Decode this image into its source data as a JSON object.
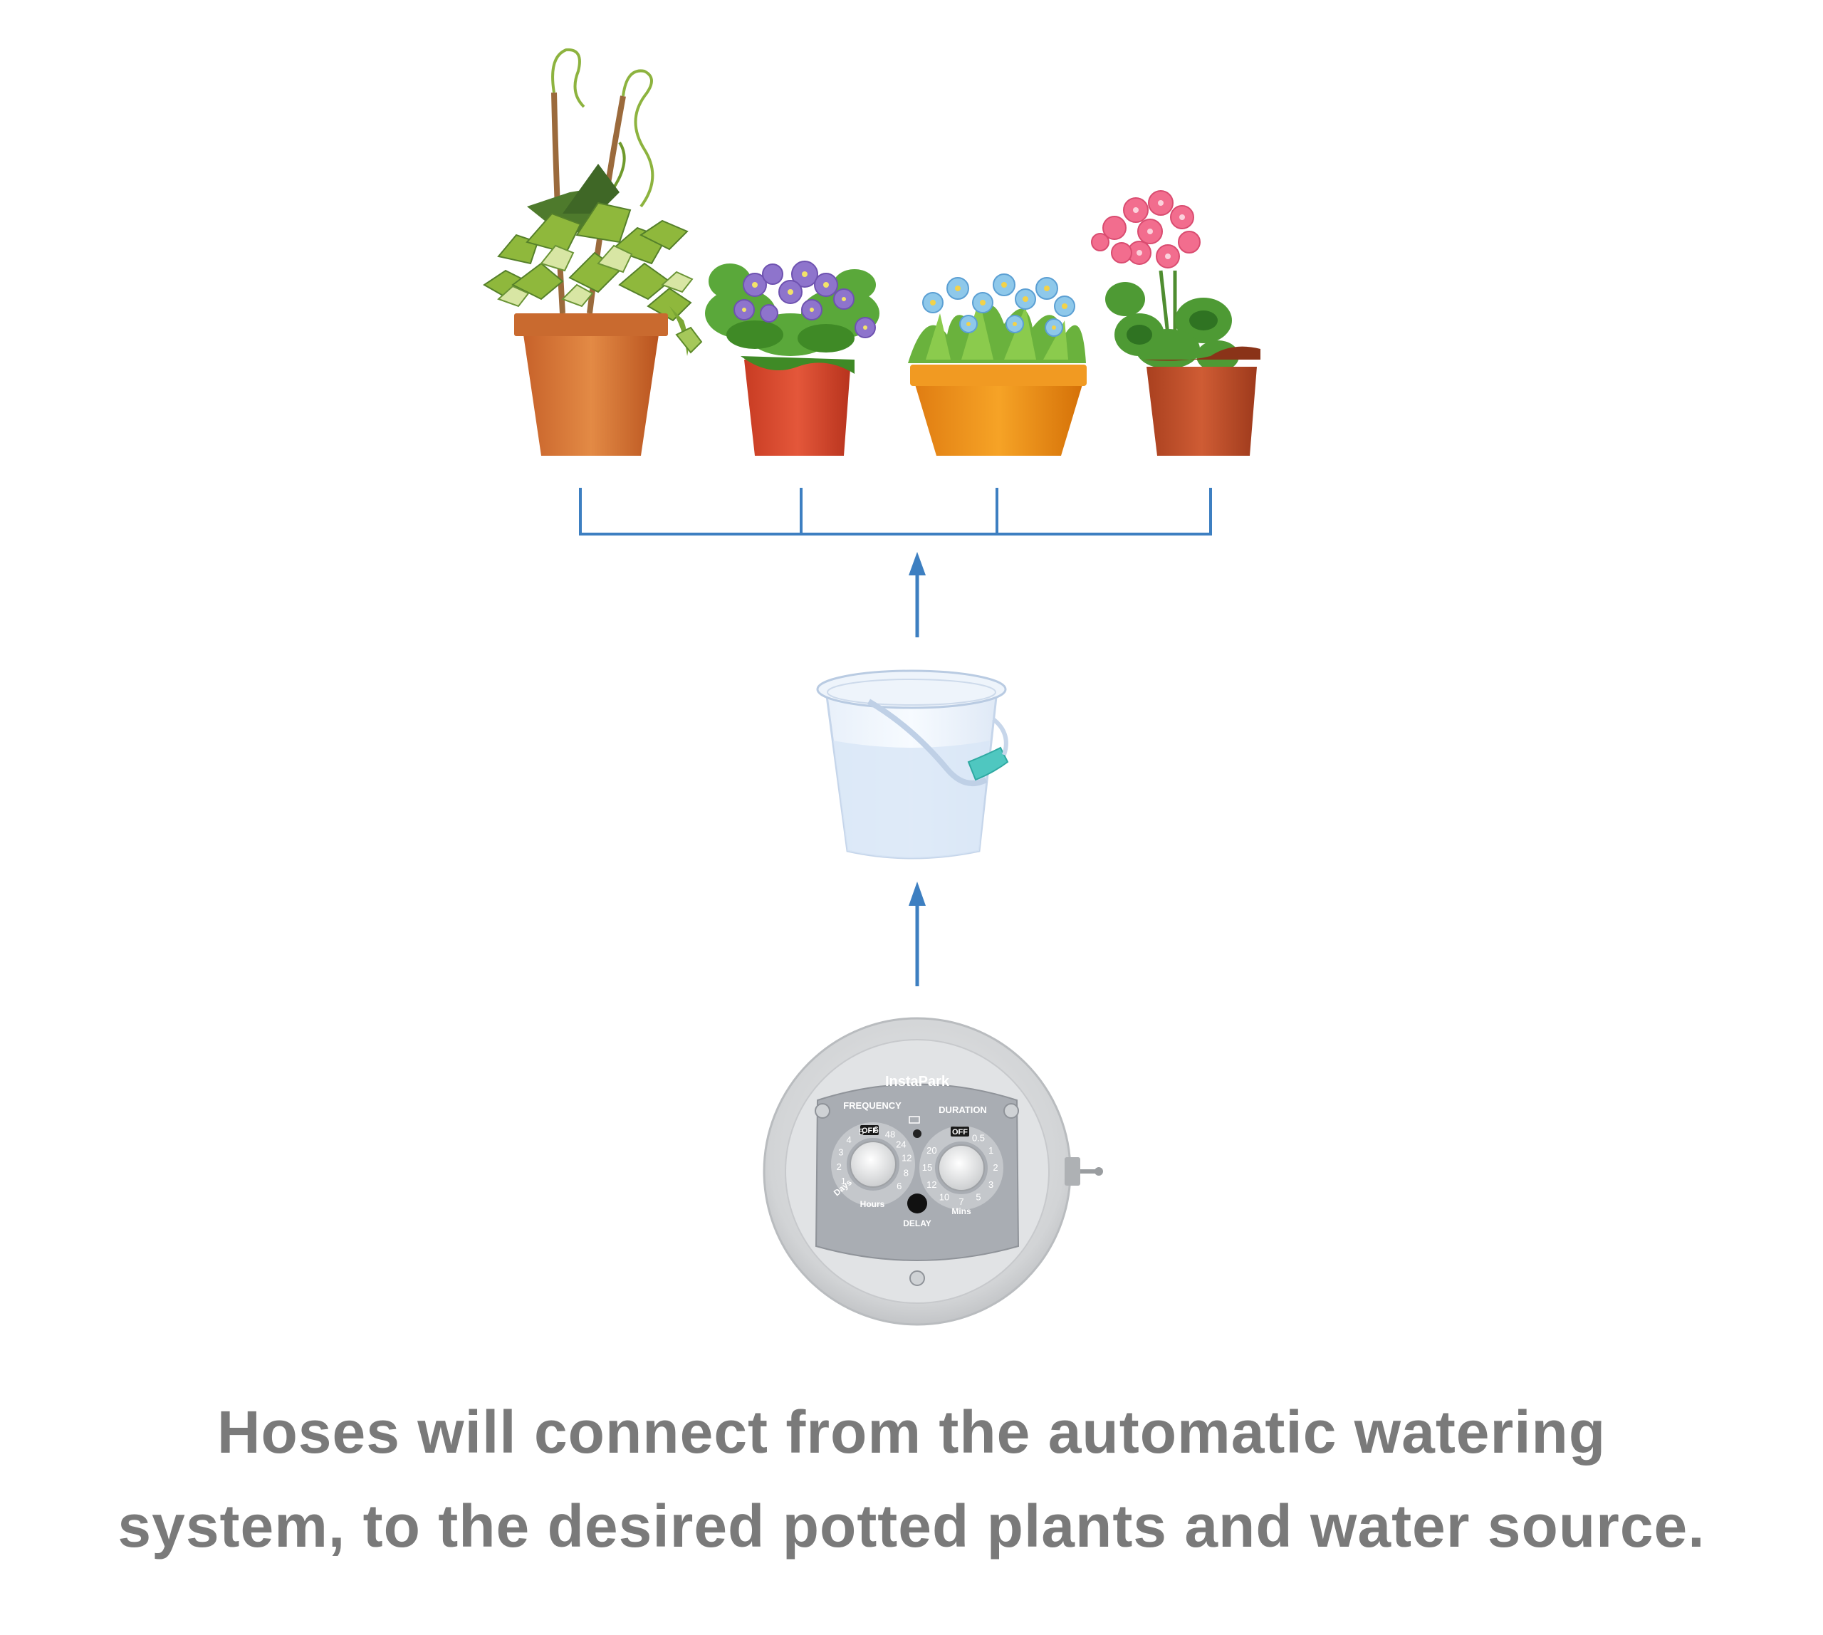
{
  "caption": {
    "line1": "Hoses will connect from the automatic watering",
    "line2": "system, to the desired potted plants and water source."
  },
  "timer": {
    "brand": "InstaPark",
    "frequency_label": "FREQUENCY",
    "duration_label": "DURATION",
    "delay_label": "DELAY",
    "off_label": "OFF",
    "frequency_units": [
      "Days",
      "Hours"
    ],
    "duration_unit": "Mins",
    "frequency_numbers": [
      "1",
      "2",
      "3",
      "4",
      "5",
      "6",
      "48",
      "24",
      "12",
      "8",
      "6"
    ],
    "duration_numbers": [
      "0.5",
      "1",
      "2",
      "3",
      "5",
      "7",
      "10",
      "12",
      "15",
      "20"
    ]
  },
  "colors": {
    "connector": "#3d7fc1",
    "caption": "#7a7a7a",
    "timer_body": "#d4d6d8",
    "timer_face": "#a9adb3"
  },
  "icons": [
    "ivy-plant-icon",
    "violet-plant-icon",
    "blue-daisy-plant-icon",
    "geranium-plant-icon",
    "water-bucket-icon",
    "watering-timer-icon",
    "arrow-up-icon"
  ]
}
